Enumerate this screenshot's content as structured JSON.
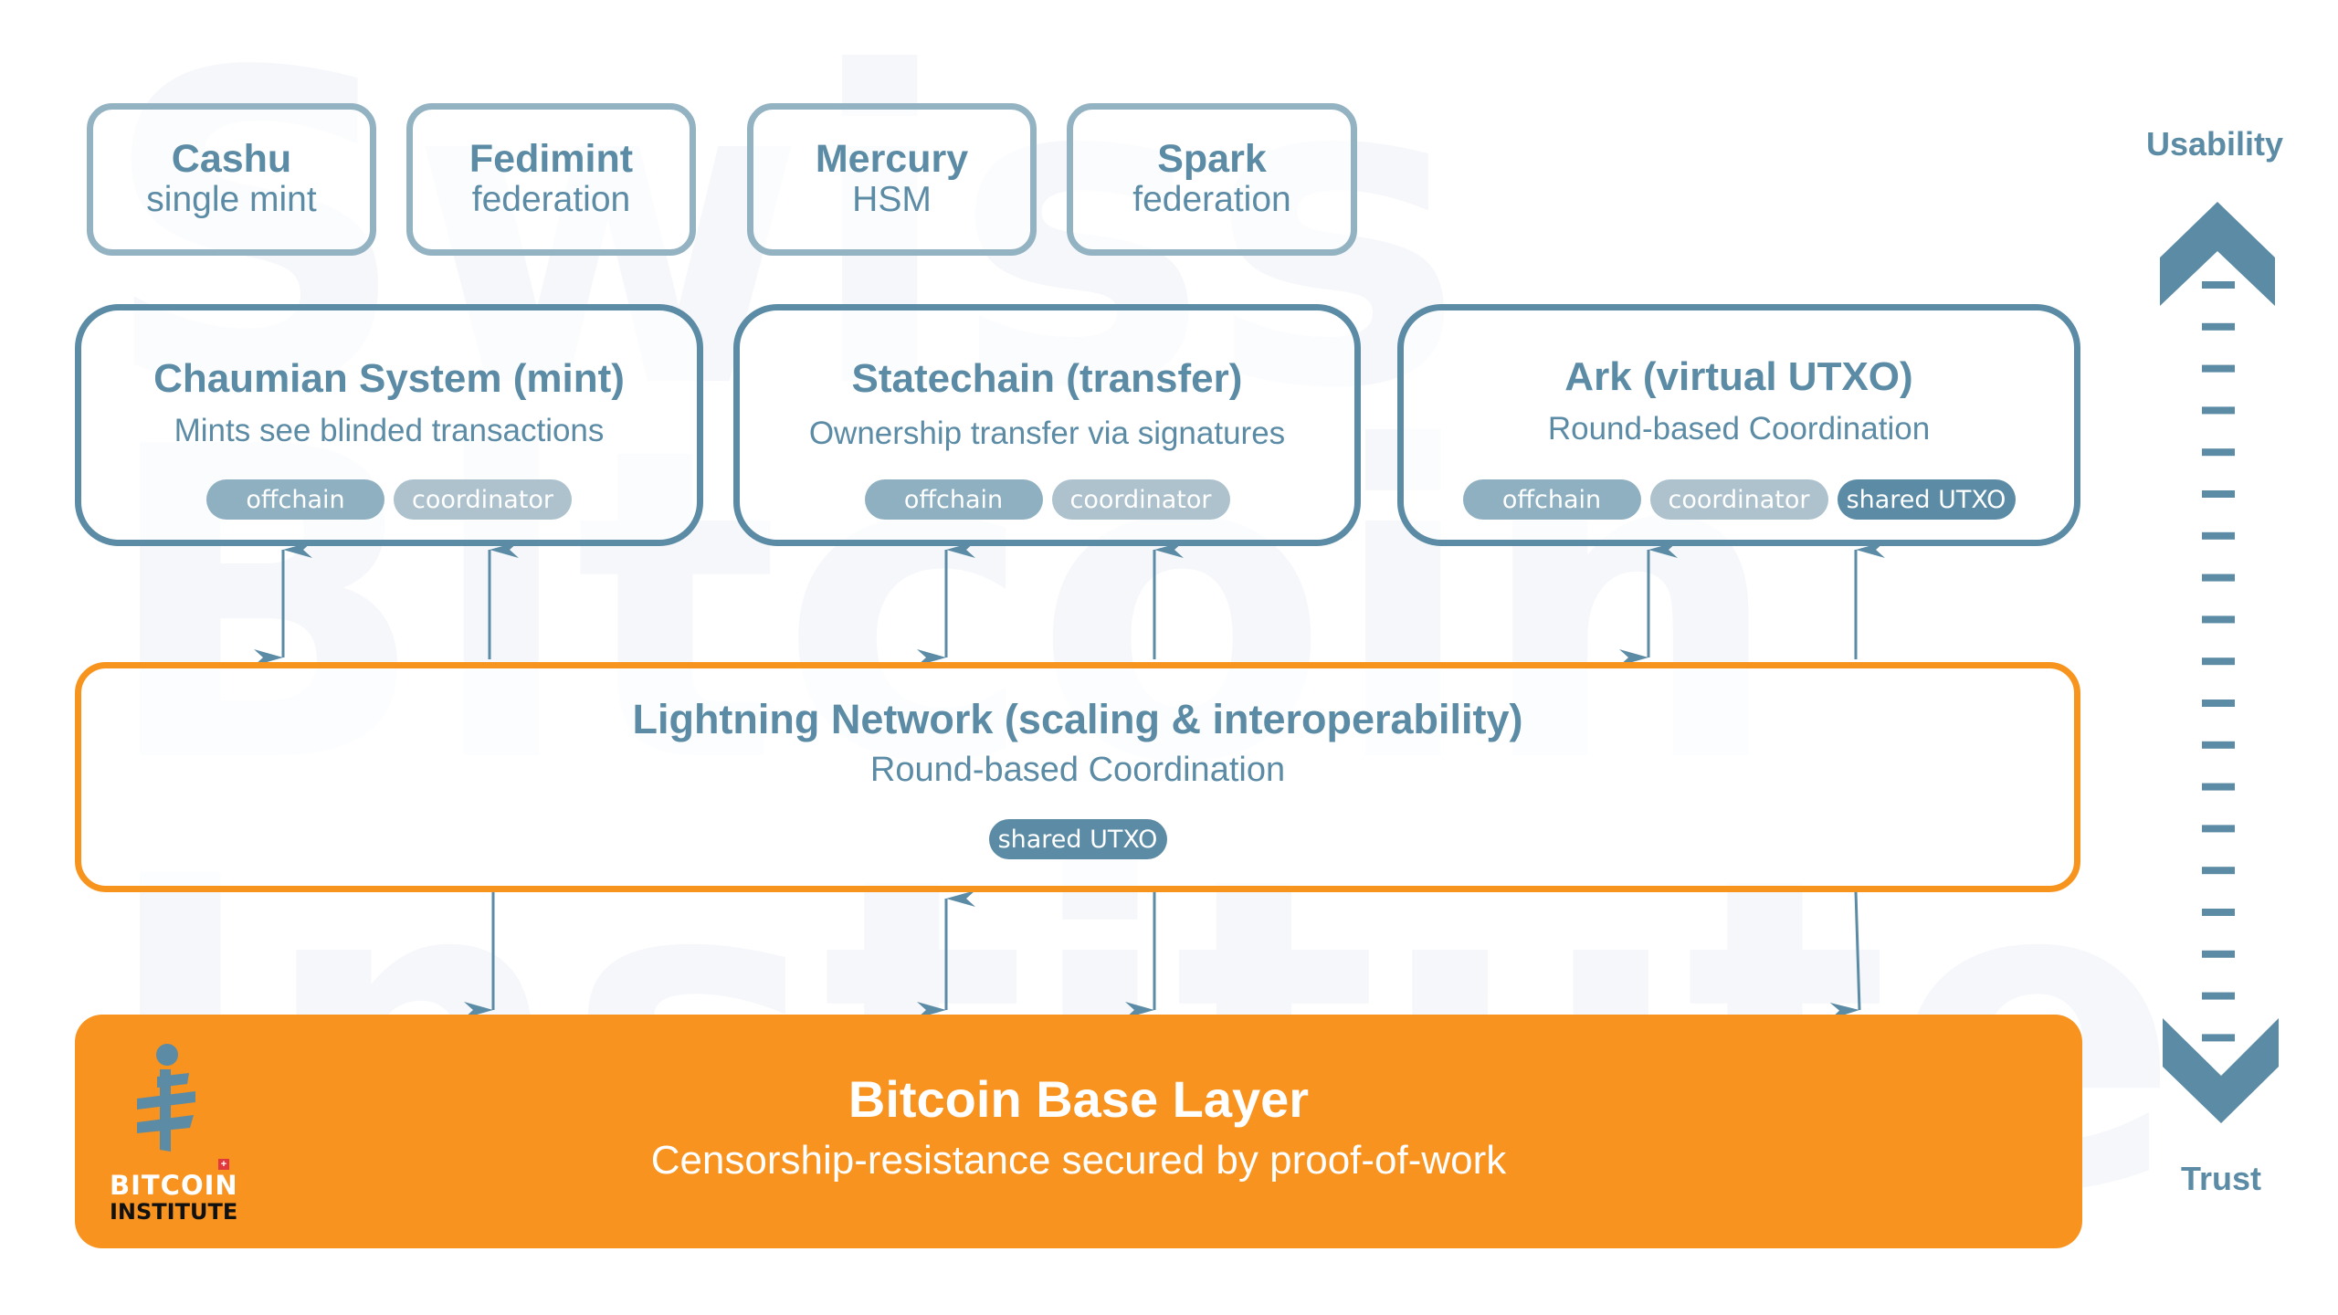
{
  "watermark": {
    "lines": [
      "Swiss",
      "Bitcoin",
      "Institute"
    ]
  },
  "top_boxes": [
    {
      "title": "Cashu",
      "subtitle": "single mint"
    },
    {
      "title": "Fedimint",
      "subtitle": "federation"
    },
    {
      "title": "Mercury",
      "subtitle": "HSM"
    },
    {
      "title": "Spark",
      "subtitle": "federation"
    }
  ],
  "systems": [
    {
      "title": "Chaumian System (mint)",
      "subtitle": "Mints see blinded transactions",
      "tags": [
        "offchain",
        "coordinator"
      ]
    },
    {
      "title": "Statechain (transfer)",
      "subtitle": "Ownership transfer via signatures",
      "tags": [
        "offchain",
        "coordinator"
      ]
    },
    {
      "title": "Ark (virtual UTXO)",
      "subtitle": "Round-based Coordination",
      "tags": [
        "offchain",
        "coordinator",
        "shared UTXO"
      ]
    }
  ],
  "lightning": {
    "title": "Lightning Network (scaling & interoperability)",
    "subtitle": "Round-based Coordination",
    "tags": [
      "shared UTXO"
    ]
  },
  "base_layer": {
    "title": "Bitcoin Base Layer",
    "subtitle": "Censorship-resistance secured by proof-of-work"
  },
  "logo": {
    "line1": "BITCOIN",
    "line2": "INSTITUTE"
  },
  "scale": {
    "top_label": "Usability",
    "bottom_label": "Trust"
  },
  "colors": {
    "primary": "#5b8ba5",
    "light_border": "#93b2c2",
    "orange": "#f7931e",
    "pill_offchain": "#8eb0c1",
    "pill_coordinator": "#adc2cd"
  }
}
